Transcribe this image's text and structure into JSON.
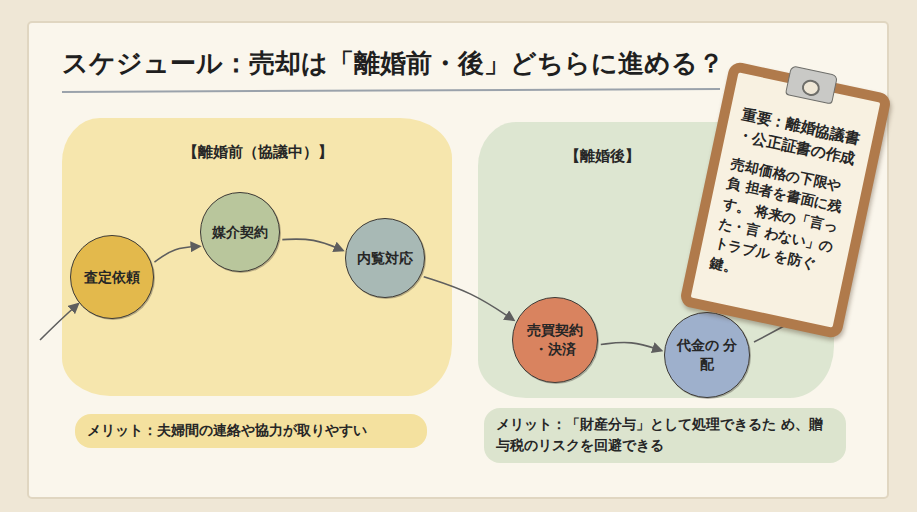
{
  "diagram": {
    "title": "スケジュール：売却は「離婚前・後」どちらに進める？",
    "nodes": [
      {
        "text": [
          "【離婚前（協議中）】"
        ]
      },
      {
        "text": [
          "査定依頼"
        ],
        "in": 0
      },
      {
        "text": [
          "媒介契約"
        ],
        "in": 0
      },
      {
        "text": [
          "内覧対応"
        ],
        "in": 0
      },
      {
        "text": [
          "【離婚後】"
        ]
      },
      {
        "text": [
          "売買契約 ・決済"
        ],
        "in": 4
      },
      {
        "text": [
          "代金の 分配"
        ],
        "in": 4
      },
      {
        "text": [
          "メリット：夫婦間の連絡や協力が取りやすい"
        ]
      },
      {
        "text": [
          "メリット：「財産分与」として処理できるた め、贈与税のリスクを回避できる"
        ]
      },
      {
        "text": [
          "重要：離婚協議書 ・公正証書の作成",
          "売却価格の下限や負 担者を書面に残す。 将来の「言った・言 わない」のトラブル を防ぐ鍵。"
        ]
      }
    ],
    "edges": [
      {
        "from": 1,
        "to": 2,
        "arrow": "to"
      },
      {
        "from": 2,
        "to": 3,
        "arrow": "to"
      },
      {
        "from": 3,
        "to": 5,
        "arrow": "to"
      },
      {
        "from": 5,
        "to": 6,
        "arrow": "to"
      }
    ]
  }
}
